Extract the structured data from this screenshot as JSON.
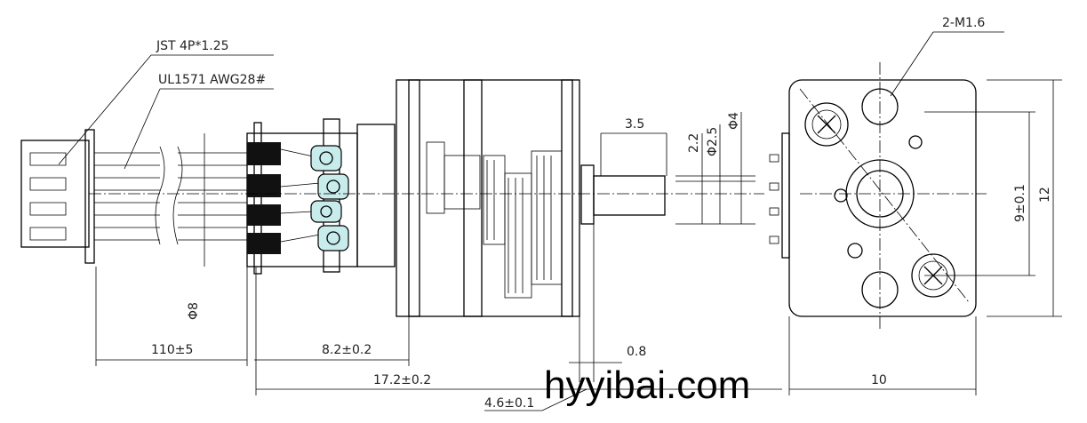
{
  "labels": {
    "connector": "JST 4P*1.25",
    "wire": "UL1571 AWG28#",
    "screws": "2-M1.6",
    "shaft_length": "3.5",
    "shaft_flat": "2.2",
    "shaft_dia": "Φ2.5",
    "boss_dia": "Φ4",
    "motor_dia": "Φ8",
    "hole_spacing": "9±0.1",
    "height": "12",
    "lead_length": "110±5",
    "motor_length": "8.2±0.2",
    "total_length": "17.2±0.2",
    "boss_length": "0.8",
    "gearbox_length": "4.6±0.1",
    "width": "10"
  },
  "watermark": "hyyibai.com"
}
